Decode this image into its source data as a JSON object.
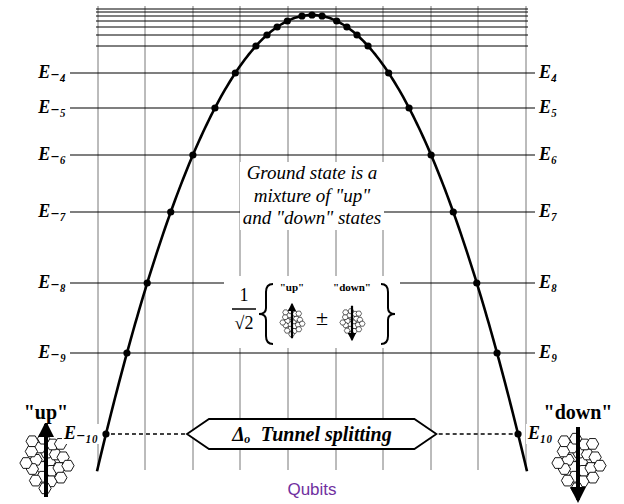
{
  "diagram": {
    "caption": "Qubits",
    "nodes": [
      {
        "text": [
          "Δₒ",
          "Tunnel splitting"
        ]
      }
    ],
    "labels": [
      "E₋₄",
      "E₋₅",
      "E₋₆",
      "E₋₇",
      "E₋₈",
      "E₋₉",
      "E₋₁₀",
      "E₄",
      "E₅",
      "E₆",
      "E₇",
      "E₈",
      "E₉",
      "E₁₀",
      "Ground state is a mixture of \"up\" and \"down\" states",
      "1",
      "√2",
      "\"up\"",
      "±",
      "\"down\"",
      "\"up\"",
      "\"down\""
    ]
  }
}
